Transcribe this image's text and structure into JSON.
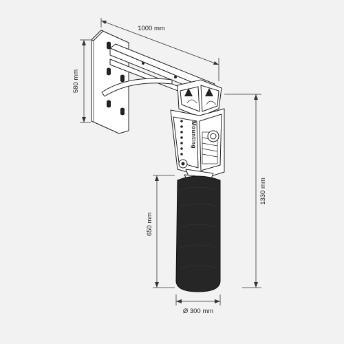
{
  "dimensions": {
    "arm_length": "1000 mm",
    "mount_height": "580 mm",
    "total_height": "1330 mm",
    "bag_height": "650 mm",
    "bag_diameter": "Ø 300 mm"
  },
  "brand_text": "Mounting",
  "colors": {
    "background": "#f2f2f2",
    "line": "#222222",
    "bag": "#262626"
  }
}
